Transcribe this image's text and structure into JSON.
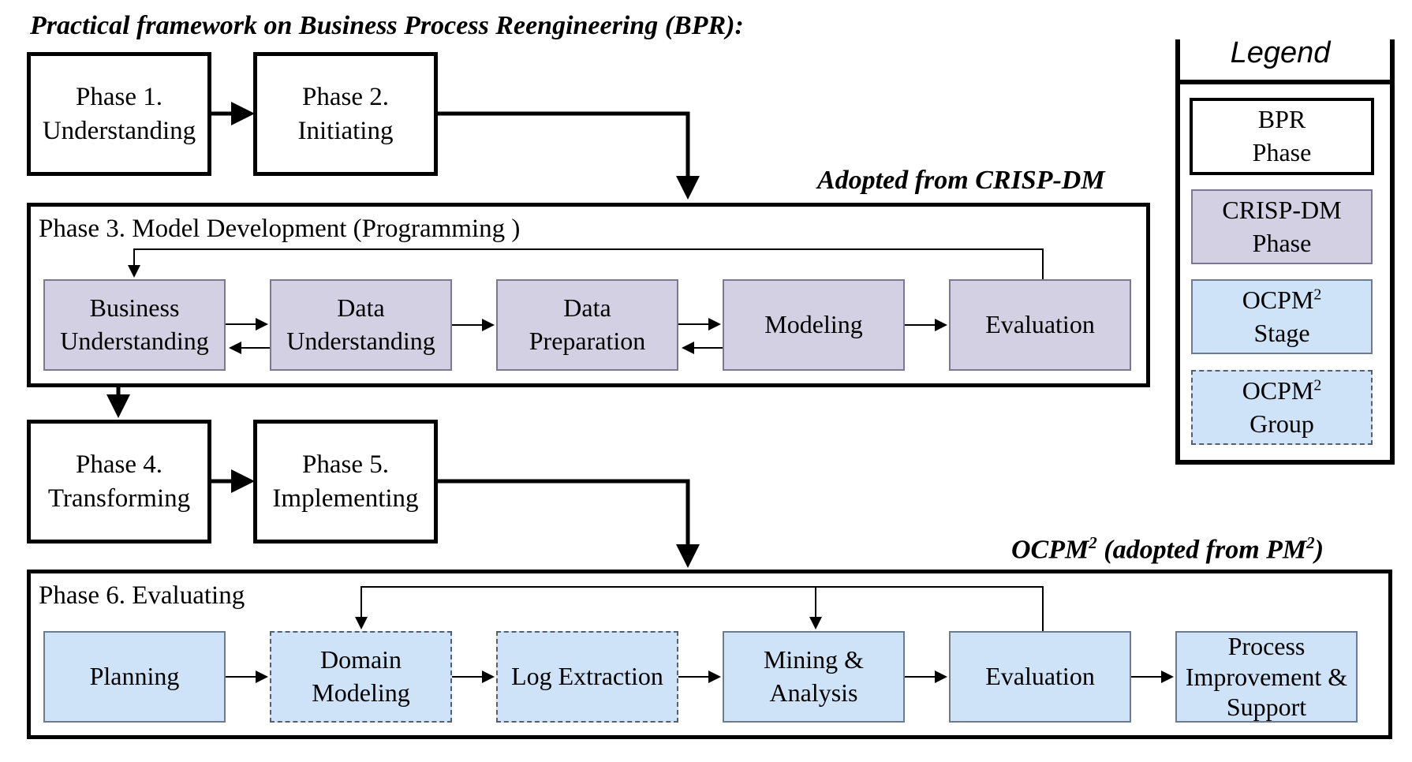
{
  "title": "Practical framework on Business Process Reengineering (BPR):",
  "captions": {
    "crisp": "Adopted from CRISP-DM",
    "ocpm_main": "OCPM",
    "ocpm_sup": "2",
    "ocpm_mid": " (adopted from PM",
    "ocpm_sup2": "2",
    "ocpm_end": ")"
  },
  "phases": {
    "p1": {
      "line1": "Phase 1.",
      "line2": "Understanding"
    },
    "p2": {
      "line1": "Phase 2.",
      "line2": "Initiating"
    },
    "p4": {
      "line1": "Phase 4.",
      "line2": "Transforming"
    },
    "p5": {
      "line1": "Phase 5.",
      "line2": "Implementing"
    }
  },
  "phase3": {
    "title": "Phase 3. Model Development (Programming )",
    "steps": [
      {
        "line1": "Business",
        "line2": "Understanding"
      },
      {
        "line1": "Data",
        "line2": "Understanding"
      },
      {
        "line1": "Data",
        "line2": "Preparation"
      },
      {
        "line1": "Modeling",
        "line2": ""
      },
      {
        "line1": "Evaluation",
        "line2": ""
      }
    ]
  },
  "phase6": {
    "title": "Phase 6. Evaluating",
    "steps": [
      {
        "line1": "Planning",
        "line2": "",
        "line3": ""
      },
      {
        "line1": "Domain",
        "line2": "Modeling",
        "line3": ""
      },
      {
        "line1": "Log Extraction",
        "line2": "",
        "line3": ""
      },
      {
        "line1": "Mining &",
        "line2": "Analysis",
        "line3": ""
      },
      {
        "line1": "Evaluation",
        "line2": "",
        "line3": ""
      },
      {
        "line1": "Process",
        "line2": "Improvement &",
        "line3": "Support"
      }
    ]
  },
  "legend": {
    "title": "Legend",
    "items": {
      "bpr": {
        "line1": "BPR",
        "line2": "Phase"
      },
      "crisp": {
        "line1": "CRISP-DM",
        "line2": "Phase"
      },
      "stage": {
        "line1": "OCPM",
        "sup": "2",
        "line2": "Stage"
      },
      "group": {
        "line1": "OCPM",
        "sup": "2",
        "line2": "Group"
      }
    }
  },
  "colors": {
    "crisp_fill": "#d4d0e3",
    "ocpm_fill": "#cfe3f8",
    "border": "#000000"
  }
}
